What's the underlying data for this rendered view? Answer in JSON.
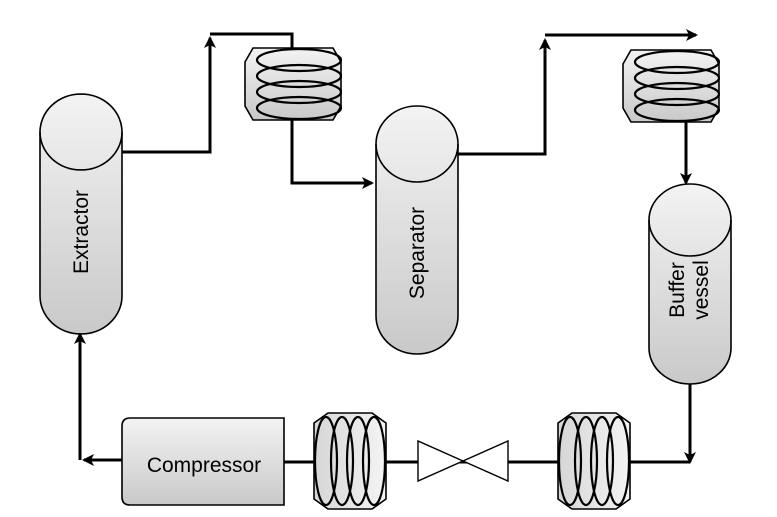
{
  "diagram": {
    "units": {
      "extractor": "Extractor",
      "separator": "Separator",
      "buffer_line1": "Buffer",
      "buffer_line2": "vessel",
      "compressor": "Compressor"
    },
    "heat_exchangers": [
      "heat-exchanger-top-1",
      "heat-exchanger-top-2",
      "heat-exchanger-bottom-1",
      "heat-exchanger-bottom-2"
    ],
    "valve": "expansion-valve",
    "colors": {
      "vessel_light": "#f2f2f2",
      "vessel_dark": "#c8c8c8",
      "line": "#000000",
      "valve_fill": "#ffffff"
    }
  }
}
